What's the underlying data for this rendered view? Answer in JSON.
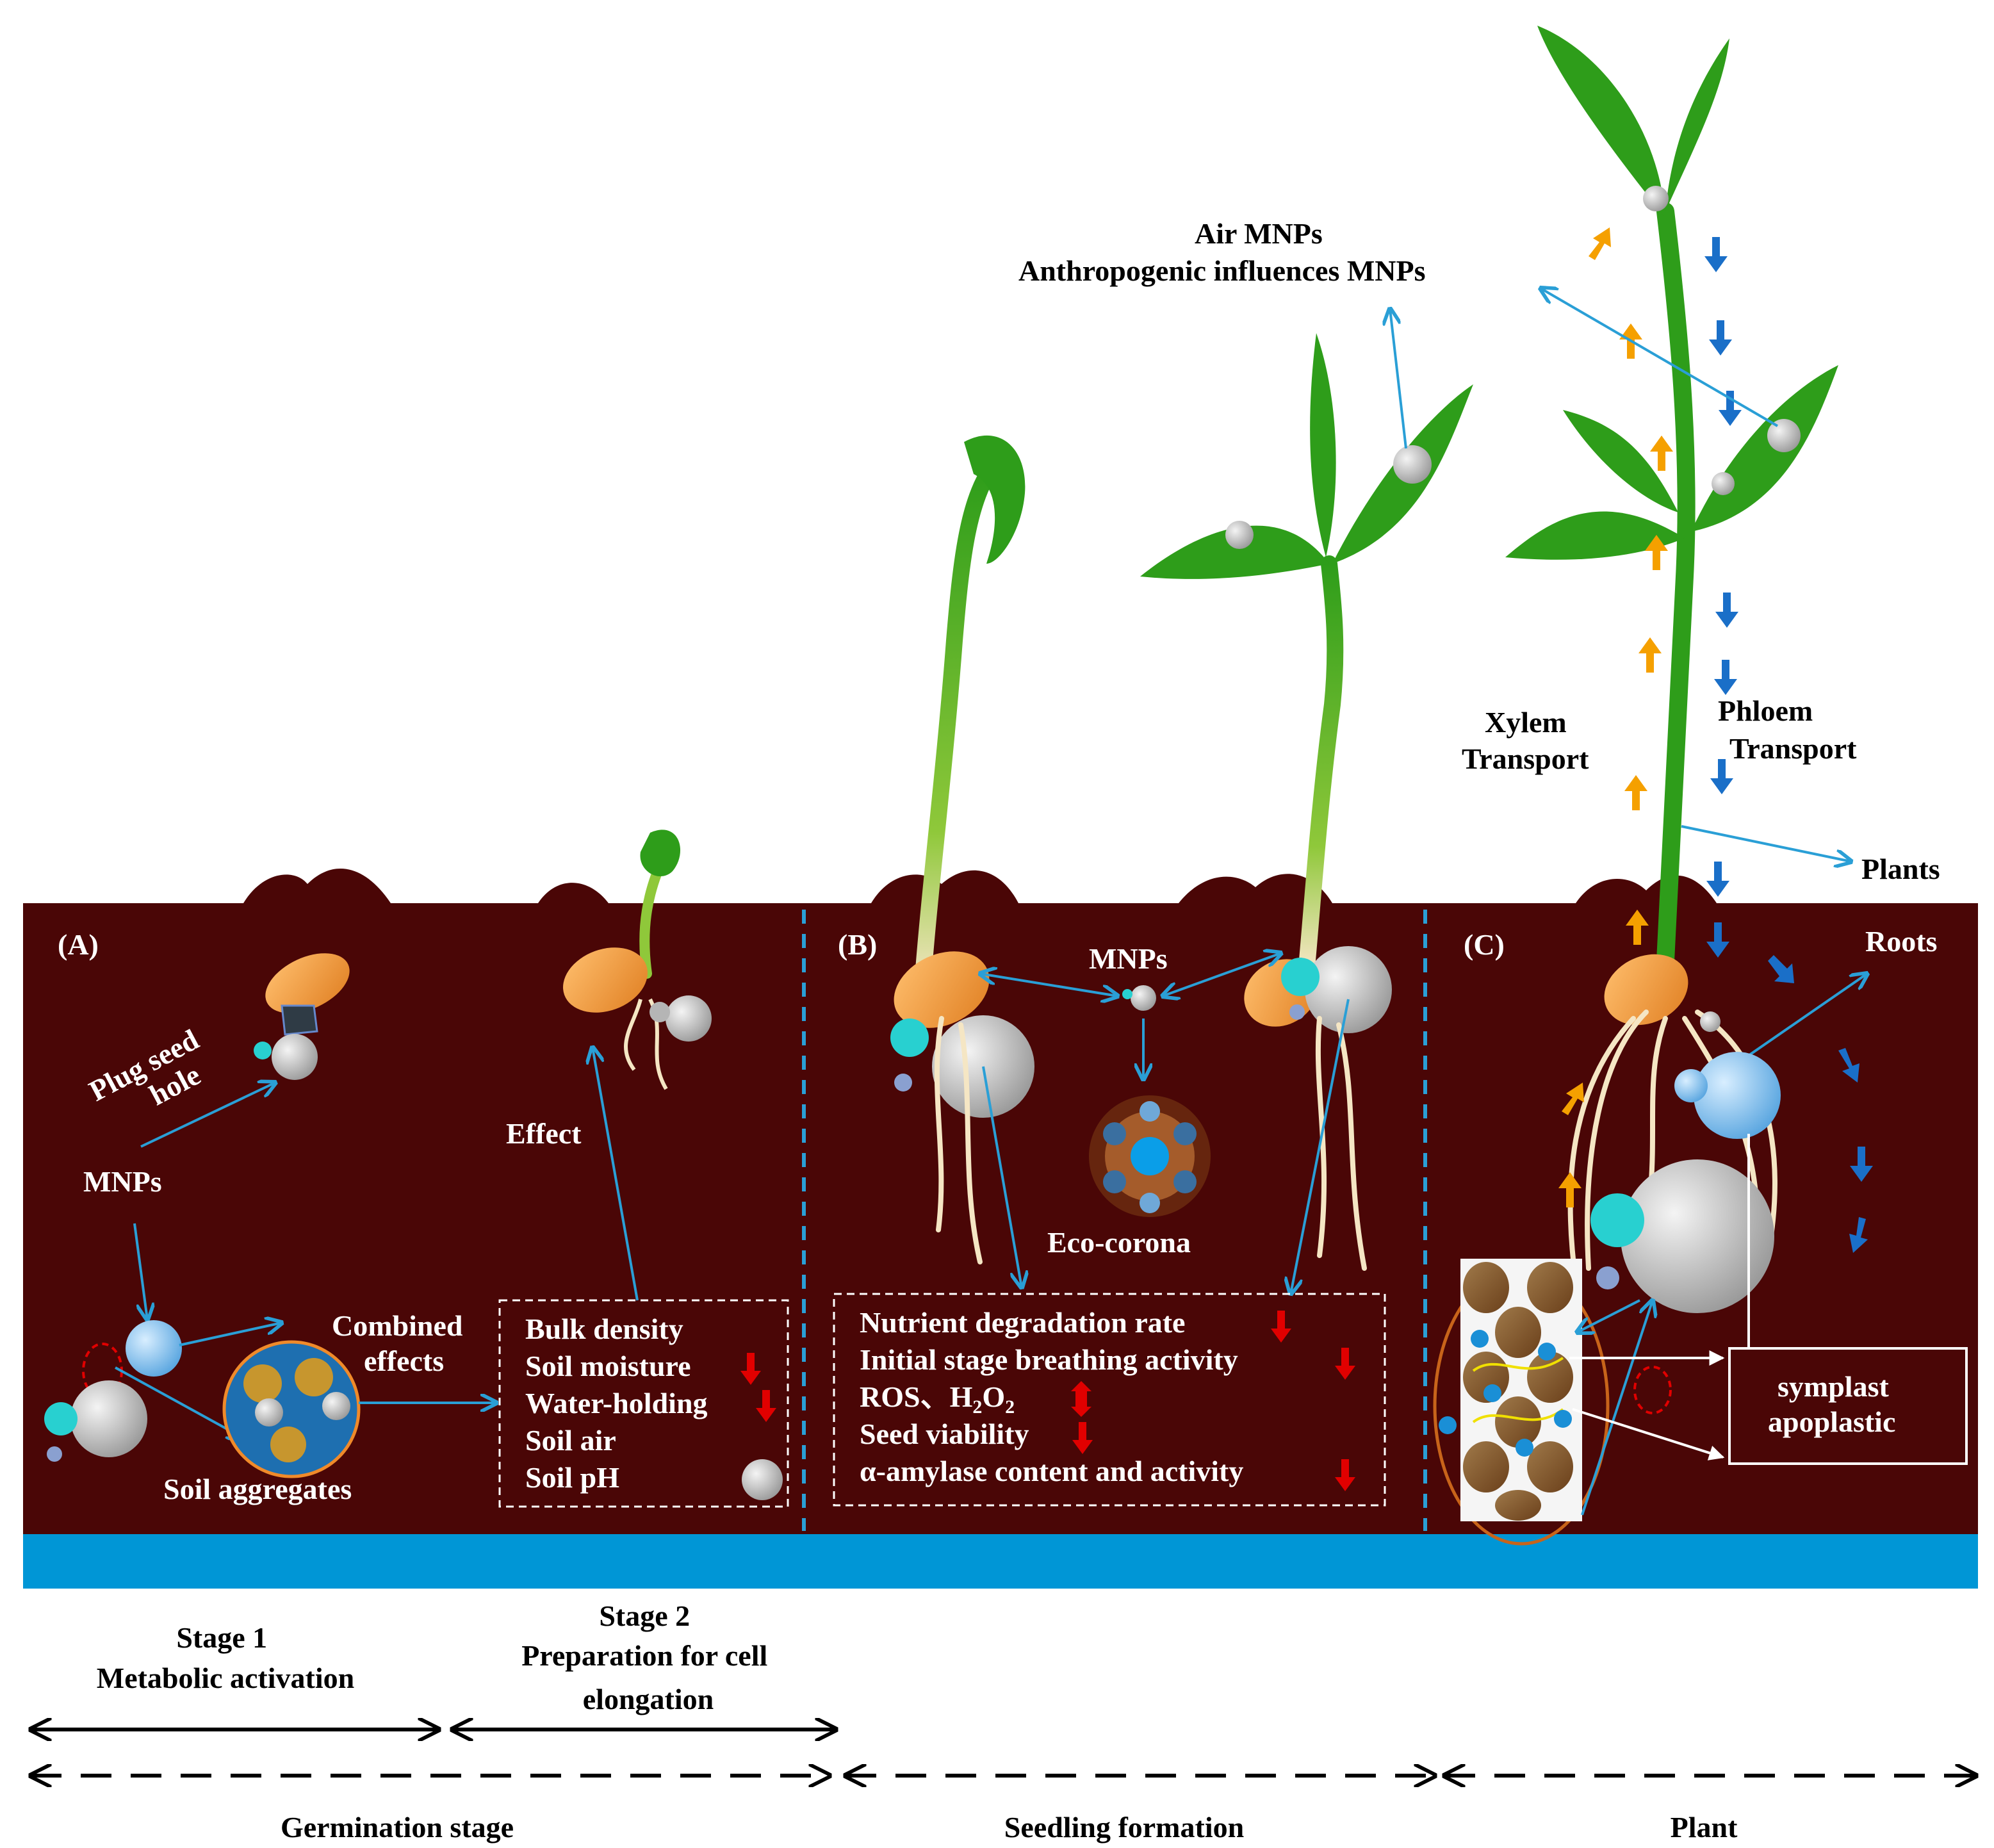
{
  "colors": {
    "soil": "#4a0606",
    "water": "#0096d6",
    "arrow": "#2a9fd6",
    "leaf": "#2e9d1a",
    "seed": "#f0a24e",
    "particle": "#c9c9c9",
    "xylem": "#f5a000",
    "phloem": "#1a6fc8",
    "down_marker": "#e10000"
  },
  "panel_a": {
    "label": "(A)",
    "plug_seed_hole": [
      "Plug seed",
      "hole"
    ],
    "mnps": "MNPs",
    "effect": "Effect",
    "combined_effects": [
      "Combined",
      "effects"
    ],
    "soil_aggregates": "Soil aggregates",
    "box_items": [
      "Bulk density",
      "Soil moisture",
      "Water-holding",
      "Soil air",
      "Soil pH"
    ]
  },
  "panel_b": {
    "label": "(B)",
    "mnps": "MNPs",
    "eco_corona": "Eco-corona",
    "box_items": [
      "Nutrient degradation rate",
      "Initial stage breathing activity",
      "ROS、H",
      "Seed viability",
      "α-amylase content and activity"
    ],
    "ros_sub_2": "2",
    "ros_o": "O",
    "ros_sub_2b": "2"
  },
  "panel_c": {
    "label": "(C)",
    "roots": "Roots",
    "plants": "Plants",
    "xylem": [
      "Xylem",
      "Transport"
    ],
    "phloem": [
      "Phloem",
      "Transport"
    ],
    "symplast": [
      "symplast",
      "apoplastic"
    ]
  },
  "air": {
    "line1": "Air MNPs",
    "line2": "Anthropogenic influences MNPs"
  },
  "timeline": {
    "stage1": [
      "Stage 1",
      "Metabolic activation"
    ],
    "stage2": [
      "Stage 2",
      "Preparation for cell",
      "elongation"
    ],
    "phases": [
      "Germination stage",
      "Seedling formation",
      "Plant"
    ]
  }
}
